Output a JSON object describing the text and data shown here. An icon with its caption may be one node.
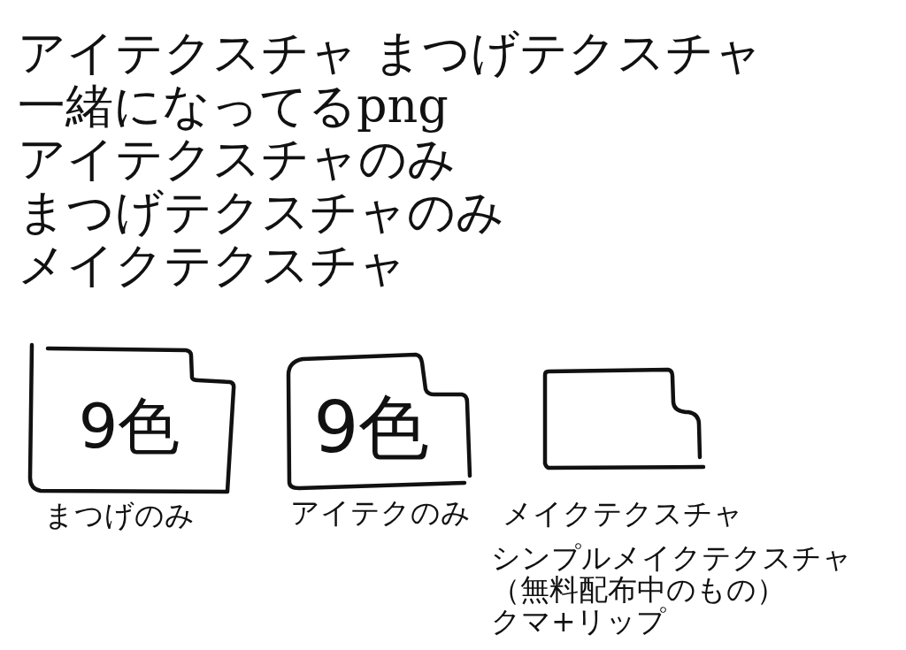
{
  "diagram": {
    "nodes": [
      {
        "text": [
          "9色"
        ],
        "beside": [
          "まつげのみ"
        ]
      },
      {
        "text": [
          "9色"
        ],
        "beside": [
          "アイテクのみ"
        ]
      },
      {
        "text": [],
        "shape": "folder",
        "beside": [
          "メイクテクスチャ",
          "シンプルメイクテクスチャ（無料配布中のもの）",
          "クマ+リップ"
        ]
      }
    ],
    "labels": [
      "アイテクスチャ まつげテクスチャ一緒になってるpng",
      "アイテクスチャのみ",
      "まつげテクスチャのみ",
      "メイクテクスチャ"
    ]
  }
}
